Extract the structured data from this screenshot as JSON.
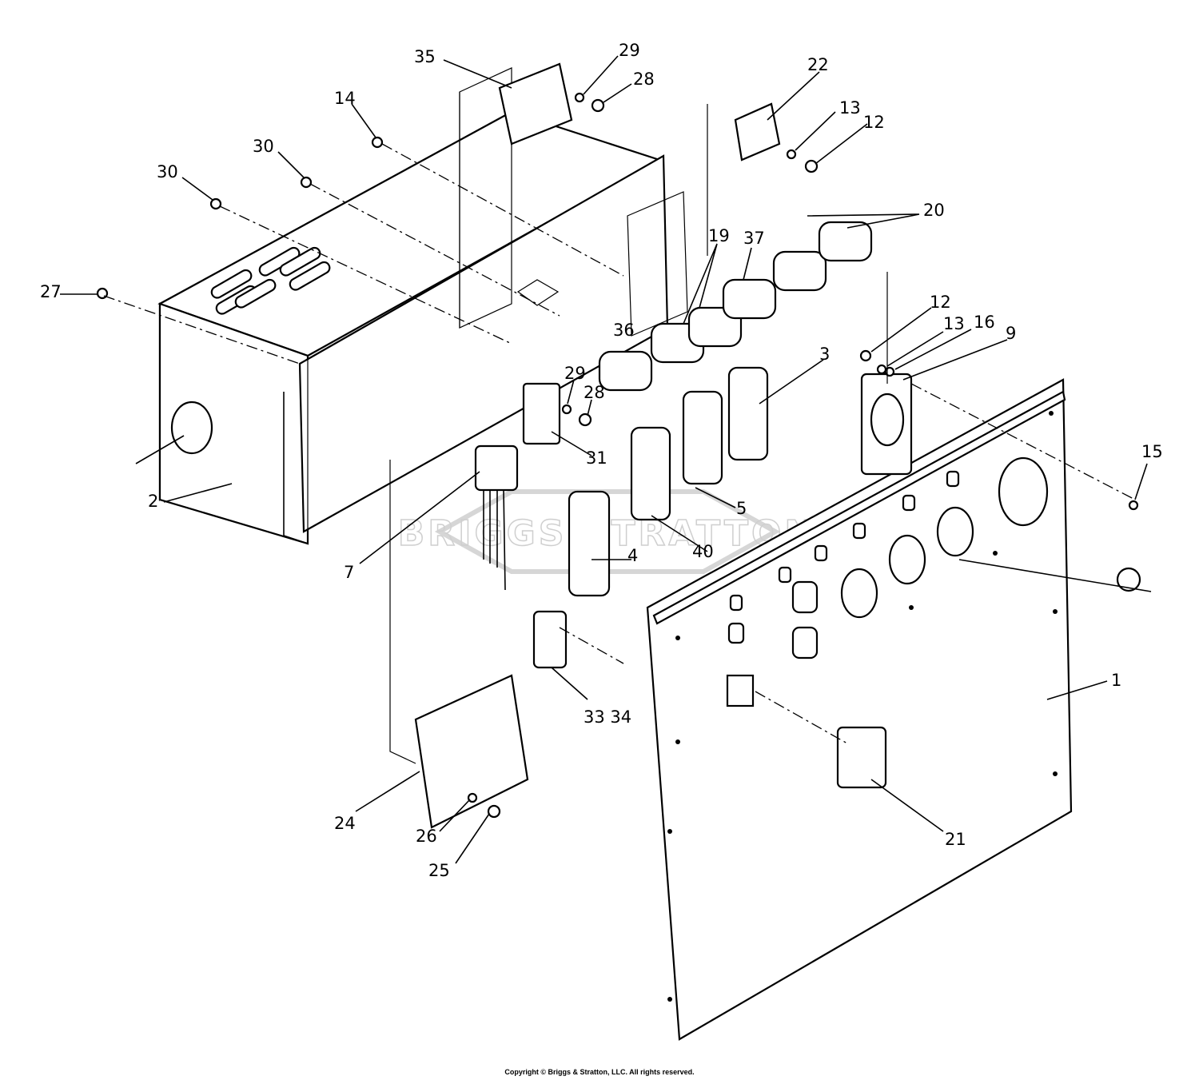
{
  "watermark": "BRIGGS STRATTON",
  "copyright": "Copyright © Briggs & Stratton, LLC. All rights reserved.",
  "callouts": [
    "35",
    "29",
    "28",
    "14",
    "30",
    "30",
    "22",
    "13",
    "12",
    "20",
    "19",
    "37",
    "27",
    "36",
    "12",
    "13",
    "16",
    "9",
    "3",
    "29",
    "28",
    "31",
    "2",
    "7",
    "5",
    "40",
    "4",
    "15",
    "1",
    "33 34",
    "24",
    "26",
    "25",
    "21"
  ]
}
